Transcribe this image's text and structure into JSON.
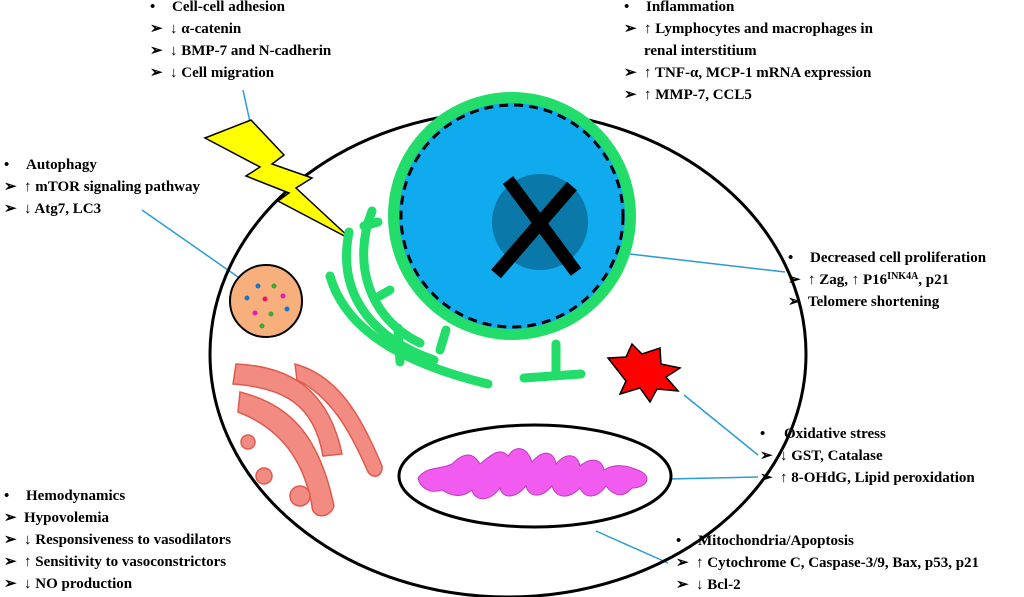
{
  "colors": {
    "nucleus_envelope": "#22dd6a",
    "nucleus": "#10aaee",
    "nucleolus": "#0a78a8",
    "lightning": "#ffff00",
    "lysosome": "#f7b07c",
    "golgi": "#f28c82",
    "mitochondrion": "#f25bf0",
    "ros_star": "#ff0000",
    "connector": "#2b9bd4"
  },
  "icons": {
    "bullet": "•",
    "arrow_bullet": "➢",
    "down": "↓",
    "up": "↑"
  },
  "boxes": {
    "cell_adhesion": {
      "title": "Cell-cell adhesion",
      "items": [
        "↓ α-catenin",
        "↓ BMP-7 and N-cadherin",
        "↓ Cell migration"
      ]
    },
    "inflammation": {
      "title": "Inflammation",
      "item1": "↑ Lymphocytes and macrophages in",
      "item1_cont": "renal interstitium",
      "item2": "↑ TNF-α, MCP-1 mRNA expression",
      "item3": "↑ MMP-7, CCL5"
    },
    "autophagy": {
      "title": "Autophagy",
      "items": [
        "↑ mTOR signaling pathway",
        "↓ Atg7, LC3"
      ]
    },
    "proliferation": {
      "title": "Decreased cell proliferation",
      "item1_a": "↑ Zag, ↑ P16",
      "item1_sup": "INK4A",
      "item1_b": ", p21",
      "item2": "Telomere shortening"
    },
    "oxidative": {
      "title": "Oxidative stress",
      "items": [
        "↓ GST, Catalase",
        "↑ 8-OHdG, Lipid peroxidation"
      ]
    },
    "hemodynamics": {
      "title": "Hemodynamics",
      "items": [
        "Hypovolemia",
        "↓ Responsiveness to vasodilators",
        "↑ Sensitivity to vasoconstrictors",
        "↓ NO production"
      ]
    },
    "mitochondria": {
      "title": "Mitochondria/Apoptosis",
      "items": [
        "↑ Cytochrome C, Caspase-3/9, Bax, p53, p21",
        "↓ Bcl-2"
      ]
    }
  }
}
